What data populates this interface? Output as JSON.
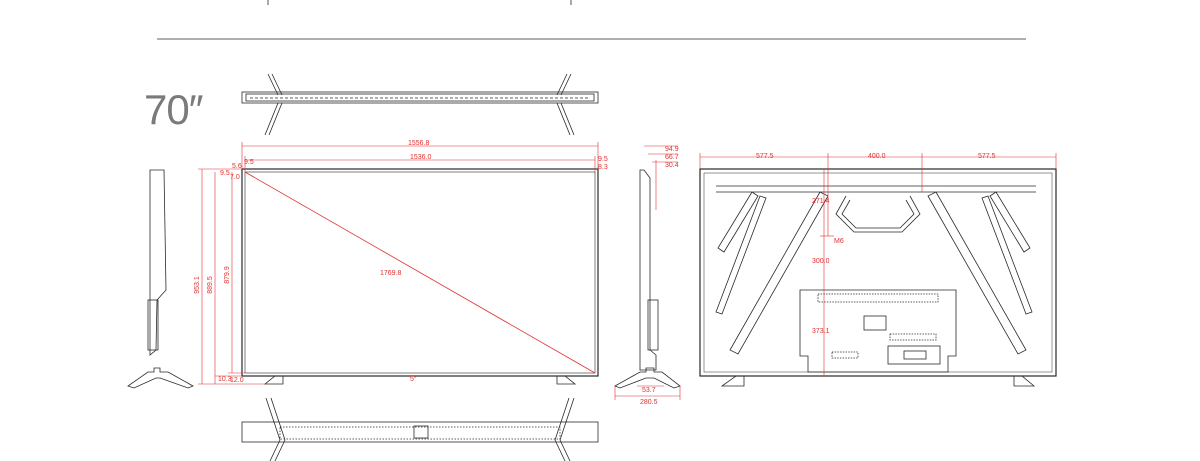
{
  "model": {
    "size_label": "70′′"
  },
  "colors": {
    "line": "#2a2a2a",
    "dimension": "#e03030",
    "label": "#7a7a7a"
  },
  "front_view": {
    "overall_width": "1556.8",
    "screen_width": "1536.0",
    "diagonal": "1769.8",
    "bezel_left_a": "9.5",
    "bezel_left_b": "5.6",
    "bezel_right_a": "9.5",
    "bezel_right_b": "8.3",
    "bezel_top": "9.5",
    "bezel_top_b": "7.0",
    "overall_height": "953.1",
    "height_with_stand": "889.5",
    "screen_height": "879.9",
    "foot_height": "10.3",
    "foot_depth": "12.0",
    "stand_spacing": "5″"
  },
  "side_view": {
    "depth_top_a": "94.9",
    "depth_top_b": "66.7",
    "depth_top_c": "30.4",
    "foot_width": "53.7",
    "stand_depth": "280.5"
  },
  "back_view": {
    "left_width": "577.5",
    "vesa_width": "400.0",
    "right_width": "577.5",
    "upper_offset": "271.4",
    "screw_label": "M6",
    "vesa_height": "300.0",
    "lower_height": "373.1"
  }
}
